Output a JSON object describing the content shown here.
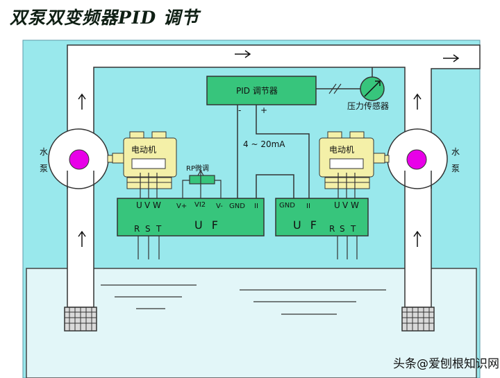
{
  "title": "双泵双变频器PID 调节",
  "pid_box": {
    "label": "PID 调节器",
    "minus": "-",
    "plus": "+"
  },
  "pressure_sensor": {
    "label": "压力传感器"
  },
  "signal_label": "4 ~ 20mA",
  "pump_left": {
    "label_line1": "水",
    "label_line2": "泵"
  },
  "pump_right": {
    "label_line1": "水",
    "label_line2": "泵"
  },
  "motor_left": {
    "label": "电动机"
  },
  "motor_right": {
    "label": "电动机"
  },
  "potentiometer": {
    "label": "RP微调"
  },
  "vfd_left": {
    "outputs": [
      "U",
      "V",
      "W"
    ],
    "terminals": [
      "V+",
      "VI2",
      "V-",
      "GND",
      "II"
    ],
    "name": "U F",
    "inputs": [
      "R",
      "S",
      "T"
    ]
  },
  "vfd_right": {
    "terminals": [
      "GND",
      "II"
    ],
    "outputs": [
      "U",
      "V",
      "W"
    ],
    "name": "U F",
    "inputs": [
      "R",
      "S",
      "T"
    ]
  },
  "watermark": "头条@爱刨根知识网",
  "colors": {
    "background_panel": "#99e8ec",
    "pid_box": "#37c57c",
    "vfd_box": "#37c57c",
    "pipe": "#ffffff",
    "impeller": "#e800e8",
    "motor": "#f4f0a8",
    "water": "#e2f6f8",
    "sensor": "#37c57c",
    "potentiometer": "#37c57c"
  }
}
